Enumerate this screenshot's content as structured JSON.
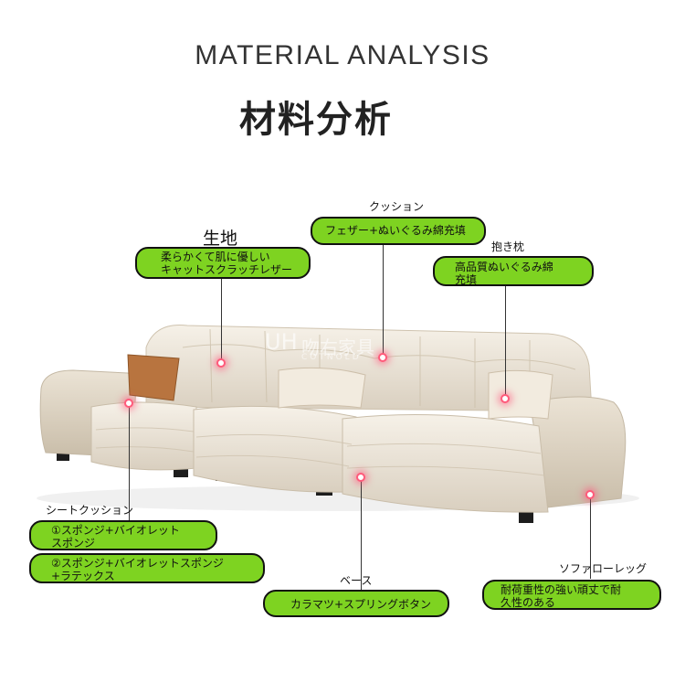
{
  "heading": {
    "en": "MATERIAL ANALYSIS",
    "ja": "材料分析"
  },
  "watermark": {
    "brand": "吻右家具",
    "sub": "COTNOLD"
  },
  "callouts": {
    "fabric": {
      "label": "生地",
      "text_line1": "柔らかくて肌に優しい",
      "text_line2": "キャットスクラッチレザー"
    },
    "cushion": {
      "label": "クッション",
      "text_line1": "フェザー+ぬいぐるみ綿充填"
    },
    "pillow": {
      "label": "抱き枕",
      "text_line1": "高品質ぬいぐるみ綿",
      "text_line2": "充填"
    },
    "seat": {
      "label": "シートクッション",
      "option1_line1": "①スポンジ+バイオレット",
      "option1_line2": "スポンジ",
      "option2_line1": "②スポンジ+バイオレットスポンジ",
      "option2_line2": "+ラテックス"
    },
    "base": {
      "label": "ベース",
      "text_line1": "カラマツ+スプリングボタン"
    },
    "leg": {
      "label": "ソファローレッグ",
      "text_line1": "耐荷重性の強い頑丈で耐",
      "text_line2": "久性のある"
    }
  },
  "colors": {
    "pill_green": "#7ed321",
    "sofa_cream": "#ece4d6",
    "pillow_orange": "#b8743f",
    "dot_pink": "#ff5a7a"
  }
}
